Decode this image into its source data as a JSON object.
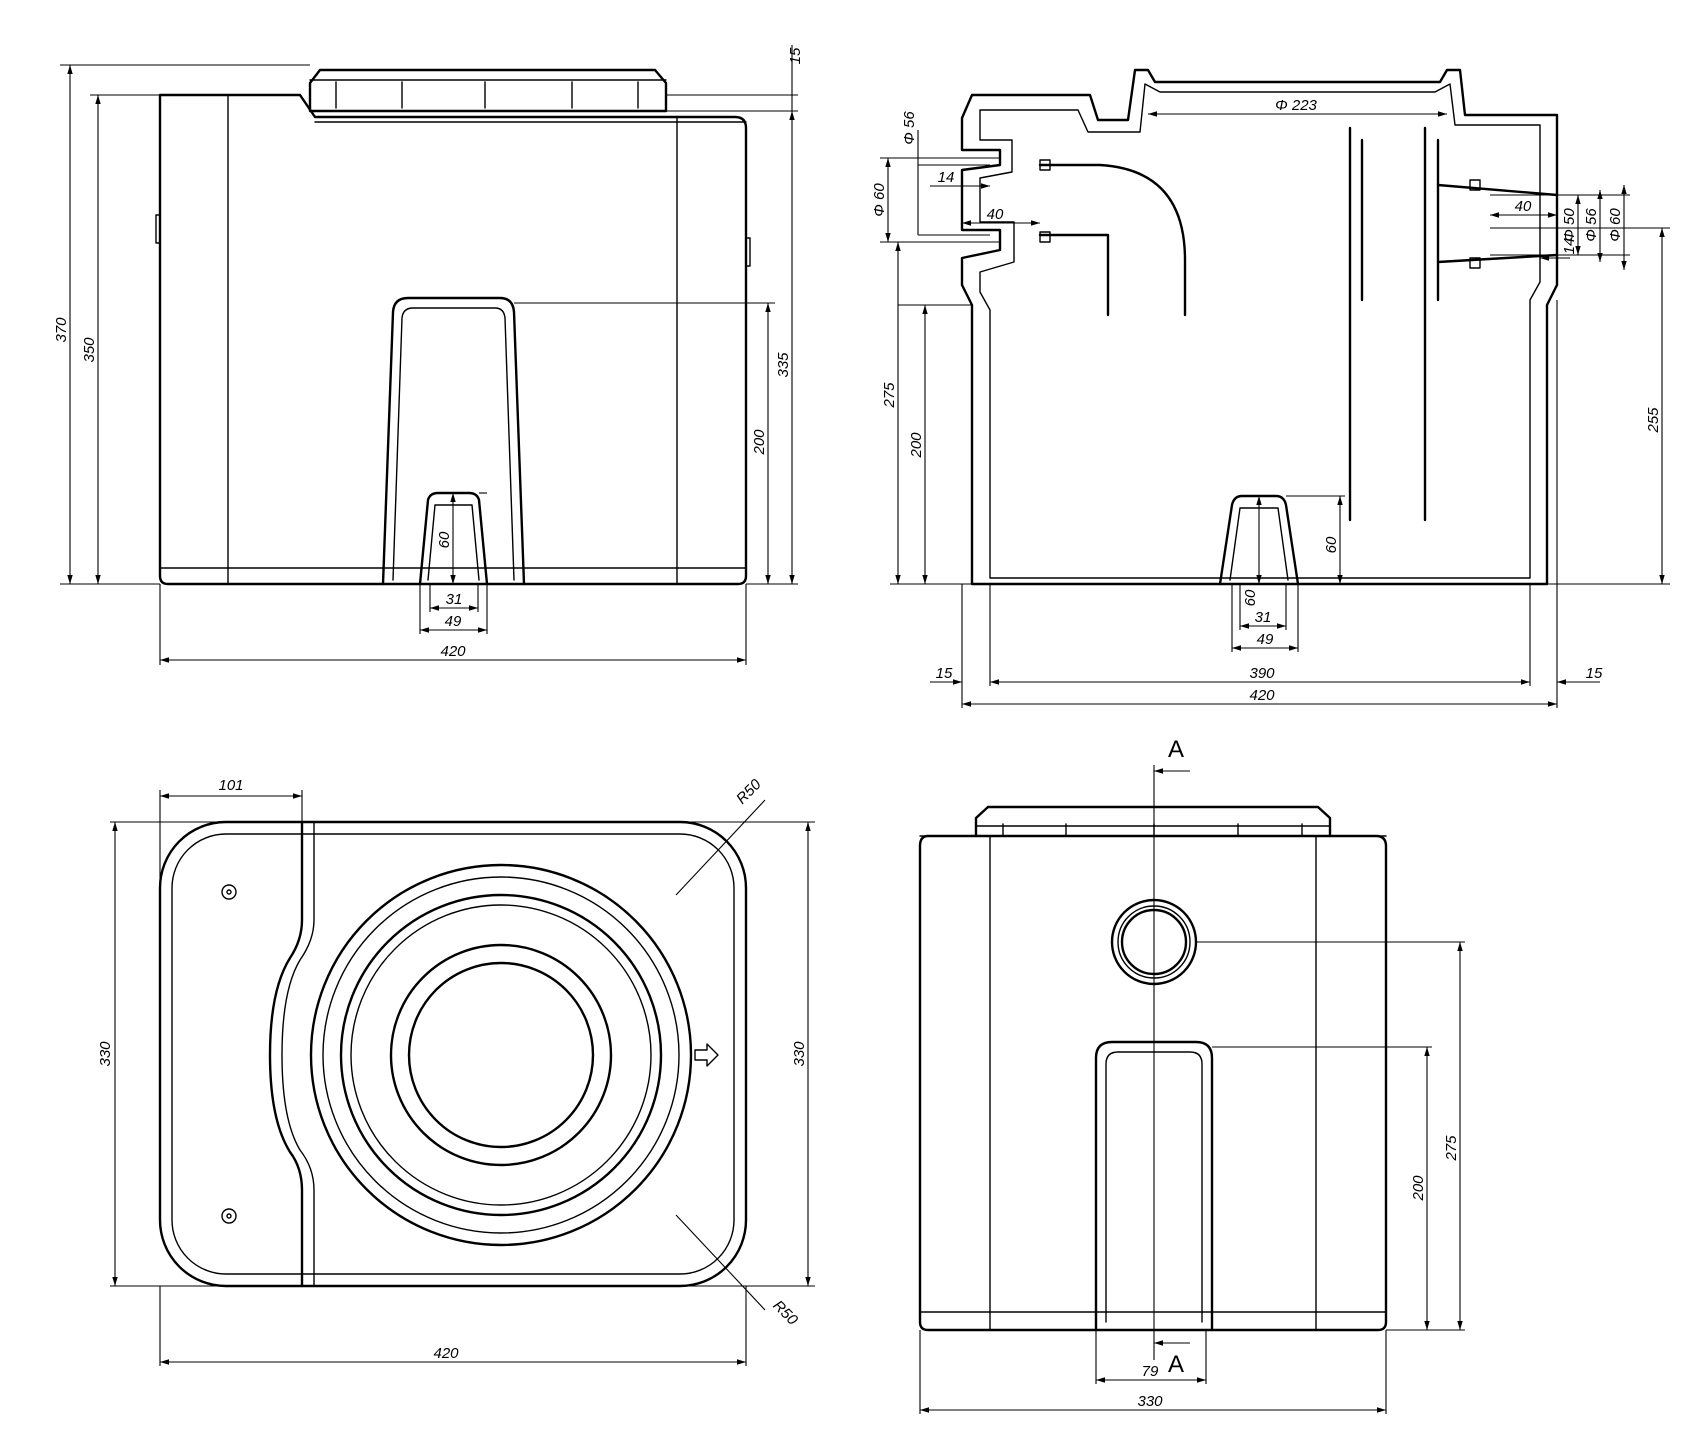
{
  "front_view": {
    "dims": {
      "h_total": "370",
      "h_body": "350",
      "h_lid": "15",
      "h_side": "335",
      "h_channel": "200",
      "h_notch": "60",
      "w_notch_inner": "31",
      "w_notch_outer": "49",
      "w_total": "420"
    }
  },
  "section_view": {
    "dims": {
      "phi_56_left": "Φ 56",
      "phi_60_left": "Φ 60",
      "len_14_left": "14",
      "len_40_left": "40",
      "phi_223": "Φ 223",
      "h_275": "275",
      "h_200": "200",
      "h_60_right": "60",
      "h_60_notch": "60",
      "w_31": "31",
      "w_49": "49",
      "w_15_left": "15",
      "w_390": "390",
      "w_15_right": "15",
      "w_420": "420",
      "len_40_right": "40",
      "phi_50": "Φ 50",
      "phi_56_right": "Φ 56",
      "phi_60_right": "Φ 60",
      "len_14_right": "14",
      "h_255": "255"
    }
  },
  "top_view": {
    "dims": {
      "w_101": "101",
      "r_top": "R50",
      "r_bottom": "R50",
      "h_left": "330",
      "h_right": "330",
      "w_420": "420"
    }
  },
  "side_view": {
    "labels": {
      "section_top": "A",
      "section_bottom": "A"
    },
    "dims": {
      "h_275": "275",
      "h_200": "200",
      "w_79": "79",
      "w_330": "330"
    }
  }
}
